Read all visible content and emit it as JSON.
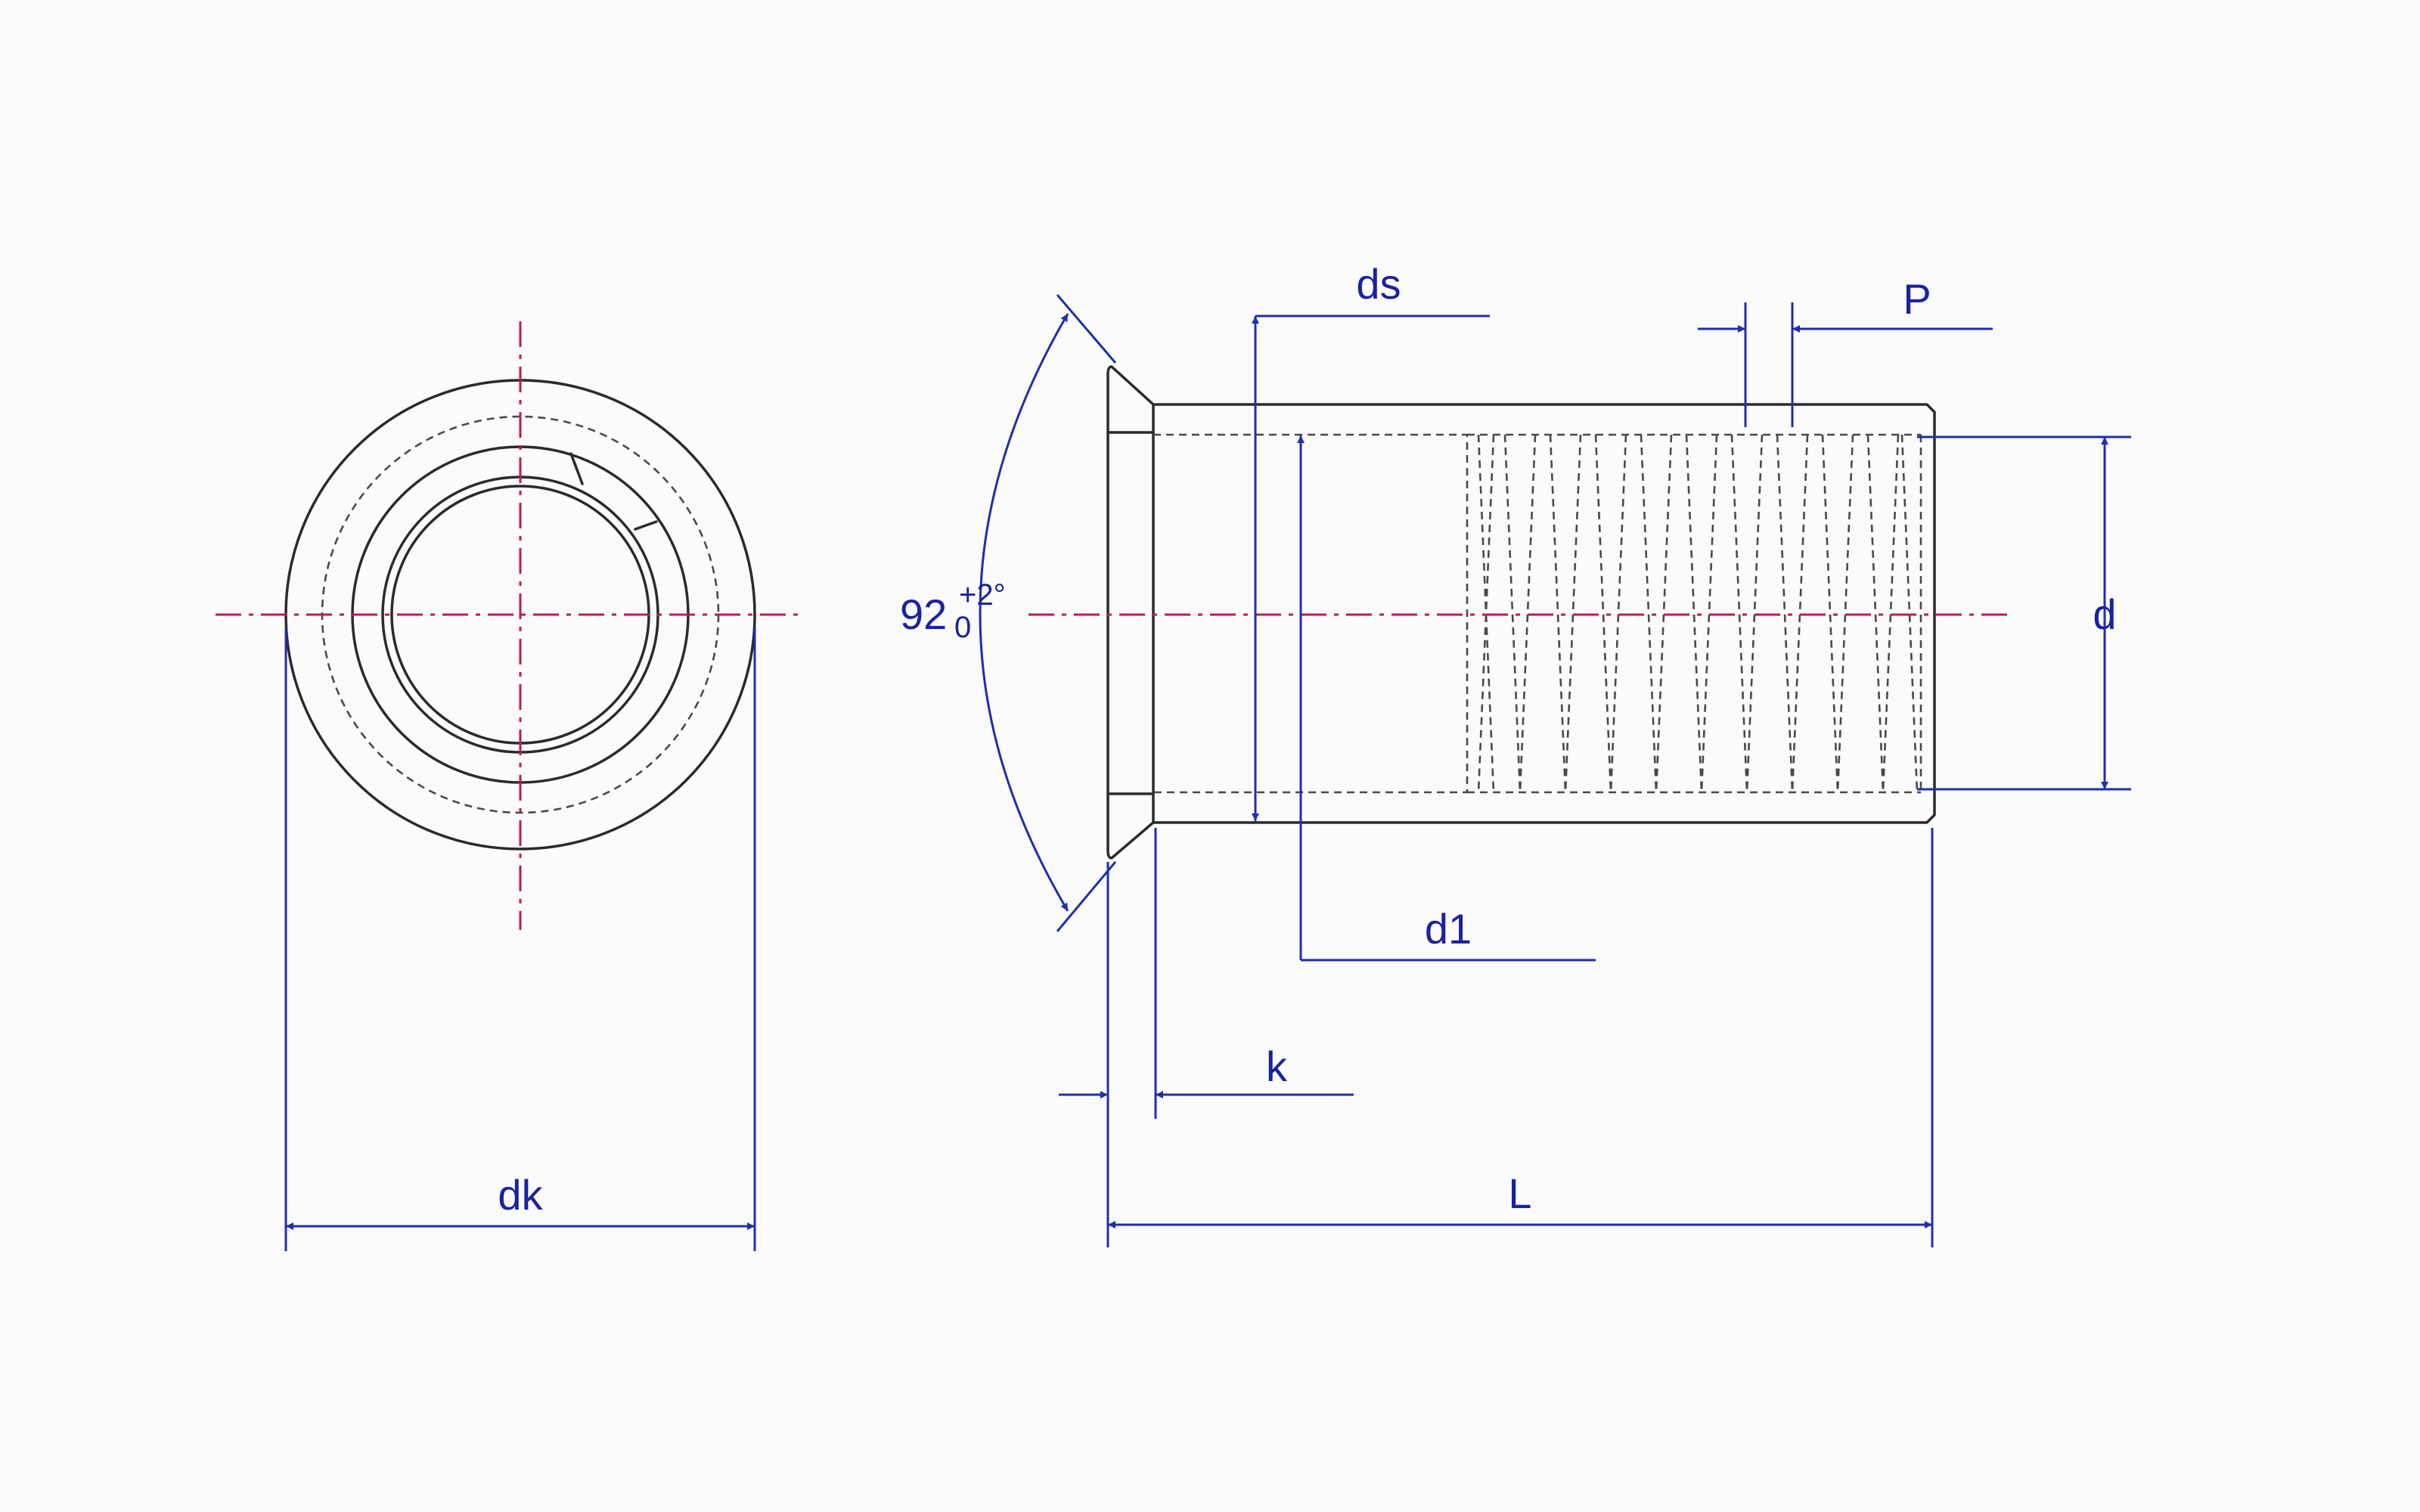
{
  "dimensions": {
    "dk": "dk",
    "ds": "ds",
    "P": "P",
    "d": "d",
    "d1": "d1",
    "k": "k",
    "L": "L",
    "angle": {
      "value": "92",
      "upper_tolerance": "+2°",
      "lower_tolerance": "0"
    }
  },
  "colors": {
    "outline": "#2b2b2b",
    "hidden": "#4a4a4a",
    "centerline": "#c2185b",
    "dimension": "#1f2fae",
    "background": "#fbfbfb"
  }
}
